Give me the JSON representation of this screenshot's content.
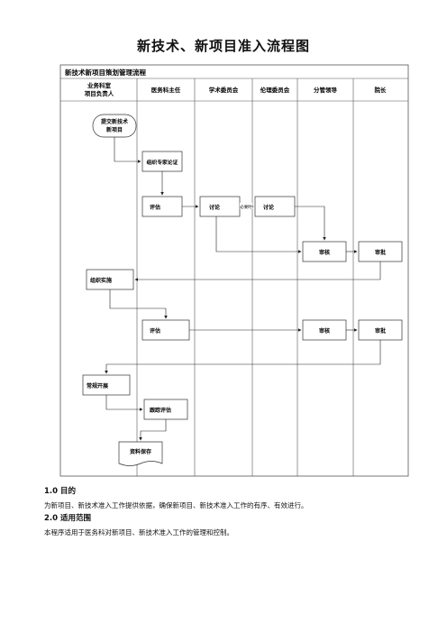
{
  "title": "新技术、新项目准入流程图",
  "chart": {
    "header": "新技术新项目策划管理流程",
    "lanes": [
      {
        "line1": "业务科室",
        "line2": "项目负责人"
      },
      {
        "line1": "医务科主任"
      },
      {
        "line1": "学术委员会"
      },
      {
        "line1": "伦理委员会"
      },
      {
        "line1": "分管领导"
      },
      {
        "line1": "院长"
      }
    ],
    "nodes": {
      "start_line1": "提交新技术",
      "start_line2": "新项目",
      "expert": "组织专家论证",
      "assess1": "评估",
      "discuss_academic": "讨论",
      "discuss_ethics": "讨论",
      "review1": "审核",
      "approve1": "审批",
      "implement": "组织实施",
      "assess2": "评估",
      "review2": "审核",
      "approve2": "审批",
      "routine": "常规开展",
      "track": "跟踪评估",
      "archive": "资料保存"
    },
    "edge_label": "必要时"
  },
  "sections": [
    {
      "heading": "1.0 目的",
      "text": "为新项目、新技术准入工作提供依据，确保新项目、新技术准入工作的有序、有效进行。"
    },
    {
      "heading": "2.0 适用范围",
      "text": "本程序适用于医务科对新项目、新技术准入工作的管理和控制。"
    }
  ]
}
